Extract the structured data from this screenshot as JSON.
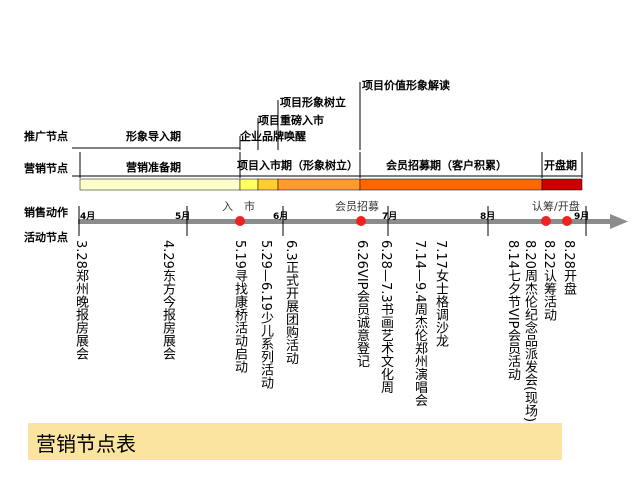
{
  "row_labels": {
    "promo": "推广节点",
    "marketing": "营销节点",
    "sales": "销售动作",
    "activity": "活动节点"
  },
  "promo_stages": [
    "形象导入期",
    "企业品牌唤醒",
    "项目重磅入市",
    "项目形象树立",
    "项目价值形象解读"
  ],
  "marketing_phases": [
    "营销准备期",
    "项目入市期（形象树立）",
    "会员招募期（客户积累）",
    "开盘期"
  ],
  "timeline_colors": {
    "prep": "#ffffcc",
    "entry_a": "#ffff66",
    "entry_b": "#ffcc33",
    "entry_c": "#ff9933",
    "members": "#ff6600",
    "opening": "#cc0000"
  },
  "months": [
    "4月",
    "5月",
    "6月",
    "7月",
    "8月",
    "9月"
  ],
  "sales_actions": [
    "入　市",
    "会员招募",
    "认筹/开盘"
  ],
  "activities": [
    "3.28郑州晚报房展会",
    "4.29东方今报房展会",
    "5.19寻找康桥活动启动",
    "5.29—6.19少儿系列活动",
    "6.3正式开展团购活动",
    "6.26VIP会员诚意登记",
    "6.28—7.3书画艺术文化周",
    "7.14—9.4周杰伦郑州演唱会",
    "7.17女士格调沙龙",
    "8.14七夕节VIP会员活动",
    "8.20周杰伦纪念品派发会(现场)",
    "8.22认筹活动",
    "8.28开盘"
  ],
  "title": "营销节点表"
}
